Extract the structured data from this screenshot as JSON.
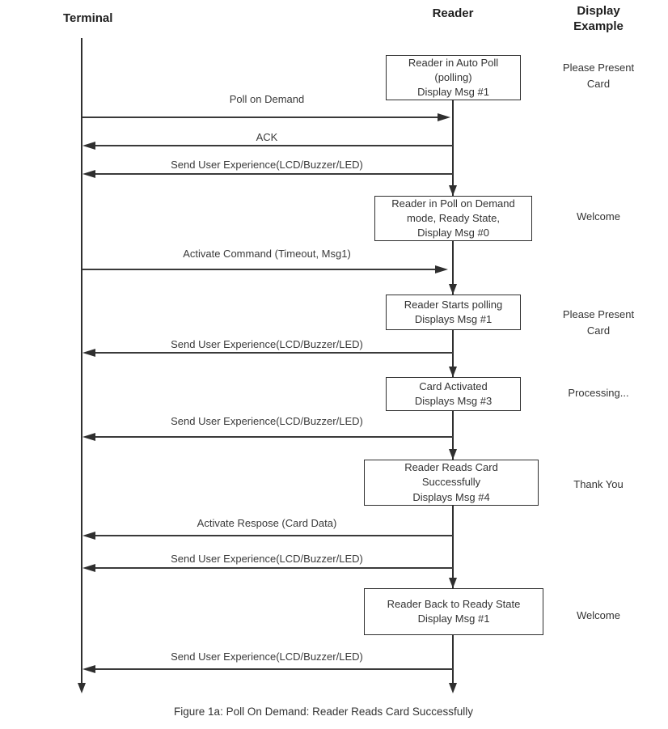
{
  "headers": {
    "terminal": "Terminal",
    "reader": "Reader",
    "display_example_line1": "Display",
    "display_example_line2": "Example"
  },
  "boxes": [
    {
      "lines": [
        "Reader in Auto Poll",
        "(polling)",
        "Display Msg #1"
      ]
    },
    {
      "lines": [
        "Reader in Poll on Demand",
        "mode, Ready  State,",
        "Display Msg #0"
      ]
    },
    {
      "lines": [
        "Reader Starts polling",
        "Displays Msg #1"
      ]
    },
    {
      "lines": [
        "Card Activated",
        "Displays Msg #3"
      ]
    },
    {
      "lines": [
        "Reader Reads Card",
        "Successfully",
        "Displays Msg #4"
      ]
    },
    {
      "lines": [
        "Reader Back to Ready State",
        "Display Msg #1"
      ]
    }
  ],
  "displays": [
    "Please Present Card",
    "Welcome",
    "Please Present Card",
    "Processing...",
    "Thank You",
    "Welcome"
  ],
  "messages": [
    {
      "label": "Poll on Demand",
      "direction": "right"
    },
    {
      "label": "ACK",
      "direction": "left"
    },
    {
      "label": "Send User Experience(LCD/Buzzer/LED)",
      "direction": "left"
    },
    {
      "label": "Activate Command (Timeout, Msg1)",
      "direction": "right"
    },
    {
      "label": "Send User Experience(LCD/Buzzer/LED)",
      "direction": "left"
    },
    {
      "label": "Send User Experience(LCD/Buzzer/LED)",
      "direction": "left"
    },
    {
      "label": "Activate Respose (Card Data)",
      "direction": "left"
    },
    {
      "label": "Send User Experience(LCD/Buzzer/LED)",
      "direction": "left"
    },
    {
      "label": "Send User Experience(LCD/Buzzer/LED)",
      "direction": "left"
    }
  ],
  "caption": "Figure 1a: Poll On Demand: Reader Reads Card Successfully",
  "colors": {
    "line": "#2f2f2f",
    "text": "#333333",
    "background": "#ffffff"
  }
}
